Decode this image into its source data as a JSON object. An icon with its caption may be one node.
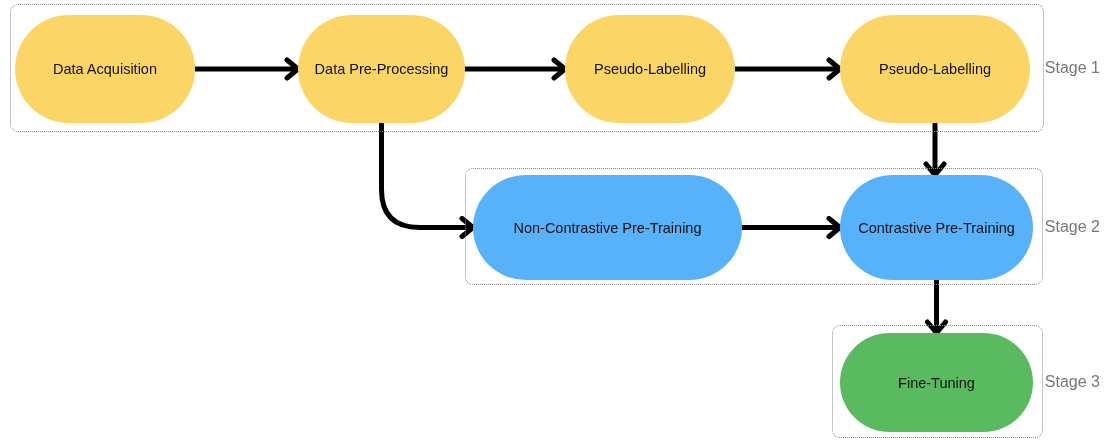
{
  "diagram": {
    "nodes": [
      {
        "text": [
          "Stage 1"
        ]
      },
      {
        "text": [
          "Data Acquisition"
        ],
        "in": 0
      },
      {
        "text": [
          "Data Pre-Processing"
        ],
        "in": 0
      },
      {
        "text": [
          "Pseudo-Labelling"
        ],
        "in": 0
      },
      {
        "text": [
          "Pseudo-Labelling"
        ],
        "in": 0
      },
      {
        "text": [
          "Stage 2"
        ]
      },
      {
        "text": [
          "Non-Contrastive Pre-Training"
        ],
        "in": 5
      },
      {
        "text": [
          "Contrastive Pre-Training"
        ],
        "in": 5
      },
      {
        "text": [
          "Stage 3"
        ]
      },
      {
        "text": [
          "Fine-Tuning"
        ],
        "in": 8
      }
    ],
    "edges": [
      {
        "from": 1,
        "to": 2,
        "arrow": "to"
      },
      {
        "from": 2,
        "to": 3,
        "arrow": "to"
      },
      {
        "from": 3,
        "to": 4,
        "arrow": "to"
      },
      {
        "from": 2,
        "to": 6,
        "arrow": "to"
      },
      {
        "from": 4,
        "to": 7,
        "arrow": "to"
      },
      {
        "from": 6,
        "to": 7,
        "arrow": "to"
      },
      {
        "from": 7,
        "to": 9,
        "arrow": "to"
      }
    ]
  }
}
